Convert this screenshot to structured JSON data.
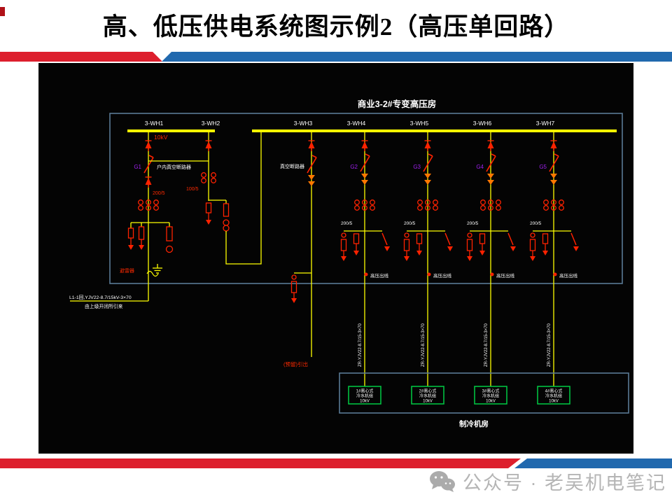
{
  "slide": {
    "title": "高、低压供电系统图示例2（高压单回路）",
    "watermark": "公众号 · 老吴机电笔记",
    "accent_red": "#dd1f2d",
    "accent_blue": "#2169ae"
  },
  "diagram": {
    "room_title": "商业3-2#专变高压房",
    "voltage_label": "10kV",
    "chiller_room_label": "制冷机房",
    "bus_labels": [
      "3-WH1",
      "3-WH2",
      "3-WH3",
      "3-WH4",
      "3-WH5",
      "3-WH6",
      "3-WH7"
    ],
    "incoming": {
      "breaker_id": "G1",
      "breaker_label": "户内真空断路器",
      "ct_ratio": "200/5",
      "arrester_label": "避雷器",
      "cable_line1": "L1-1回,YJV22-8.7/15kV-3×70",
      "cable_line2": "由上级开闭所引来"
    },
    "pt_feeder": {
      "ct_ratio": "100/5"
    },
    "spare_feeder": {
      "breaker_label": "真空断路器",
      "end_label": "(预留)引出"
    },
    "chiller_feeders": [
      {
        "breaker_id": "G2",
        "ct_ratio": "200/5",
        "outgoing_label": "高压出线",
        "cable_spec": "ZR-YJV22-8.7/15-3×70",
        "box_line1": "1#离心式",
        "box_line2": "冷水机组",
        "box_line3": "10kV"
      },
      {
        "breaker_id": "G3",
        "ct_ratio": "200/5",
        "outgoing_label": "高压出线",
        "cable_spec": "ZR-YJV22-8.7/15-3×70",
        "box_line1": "2#离心式",
        "box_line2": "冷水机组",
        "box_line3": "10kV"
      },
      {
        "breaker_id": "G4",
        "ct_ratio": "200/5",
        "outgoing_label": "高压出线",
        "cable_spec": "ZR-YJV22-8.7/15-3×70",
        "box_line1": "3#离心式",
        "box_line2": "冷水机组",
        "box_line3": "10kV"
      },
      {
        "breaker_id": "G5",
        "ct_ratio": "200/5",
        "outgoing_label": "高压出线",
        "cable_spec": "ZR-YJV22-8.7/15-3×70",
        "box_line1": "4#离心式",
        "box_line2": "冷水机组",
        "box_line3": "10kV"
      }
    ]
  }
}
